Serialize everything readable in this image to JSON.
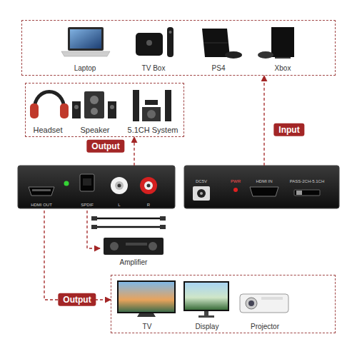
{
  "diagram": {
    "nodes": [
      {
        "text": [
          "Laptop",
          "TV Box",
          "PS4",
          "Xbox"
        ]
      },
      {
        "text": [
          "Headset",
          "Speaker",
          "5.1CH System"
        ]
      },
      {
        "text": [
          "HDMI OUT",
          "SPDIF",
          "L",
          "R"
        ]
      },
      {
        "text": [
          "DC5V",
          "PWR",
          "HDMI IN",
          "PASS-2CH-5.1CH"
        ]
      },
      {
        "text": [
          "Amplifier"
        ]
      },
      {
        "text": [
          "TV",
          "Display",
          "Projector"
        ]
      }
    ],
    "edges": [
      {
        "from": 3,
        "to": 0,
        "label": "Input",
        "arrow": "to"
      },
      {
        "from": 2,
        "to": 1,
        "label": "Output",
        "arrow": "to"
      },
      {
        "from": 2,
        "to": 4,
        "arrow": "to"
      },
      {
        "from": 2,
        "to": 5,
        "label": "Output",
        "arrow": "to"
      }
    ]
  }
}
